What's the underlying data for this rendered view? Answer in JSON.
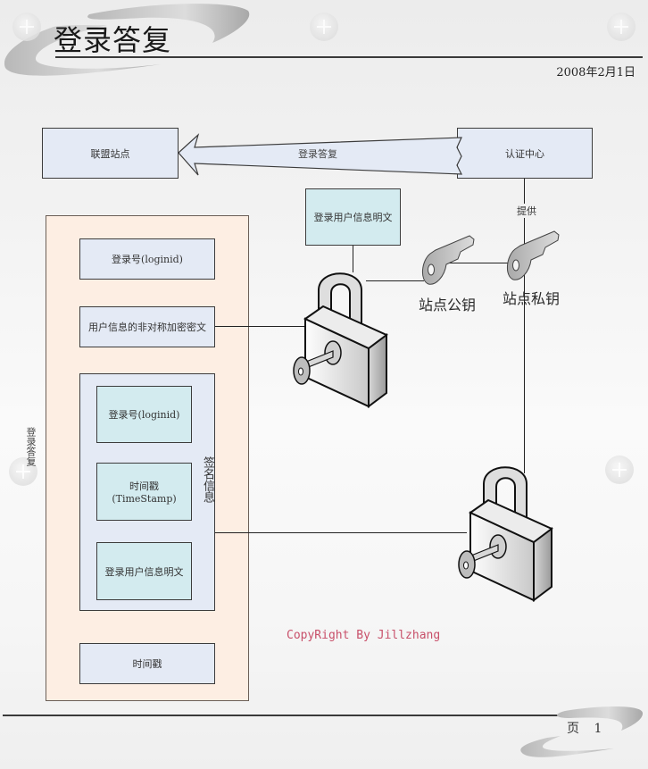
{
  "header": {
    "title": "登录答复",
    "date": "2008年2月1日"
  },
  "diagram": {
    "alliance_site": "联盟站点",
    "auth_center": "认证中心",
    "arrow_label": "登录答复",
    "provide_label": "提供",
    "plaintext_top": "登录用户信息明文",
    "public_key_label": "站点公钥",
    "private_key_label": "站点私钥",
    "container_side_label": "登录答复",
    "items": {
      "login_id": "登录号(loginid)",
      "encrypted_info": "用户信息的非对称加密密文",
      "timestamp": "时间戳"
    },
    "signature": {
      "side_label": "签名信息",
      "login_id": "登录号(loginid)",
      "timestamp": "时间戳(TimeStamp)",
      "plaintext": "登录用户信息明文"
    },
    "icons": {
      "lock_top": "padlock-with-key-icon",
      "lock_bottom": "padlock-with-key-icon",
      "public_key": "key-icon",
      "private_key": "key-icon"
    }
  },
  "footer": {
    "copyright": "CopyRight By Jillzhang",
    "page_label": "页 1"
  }
}
